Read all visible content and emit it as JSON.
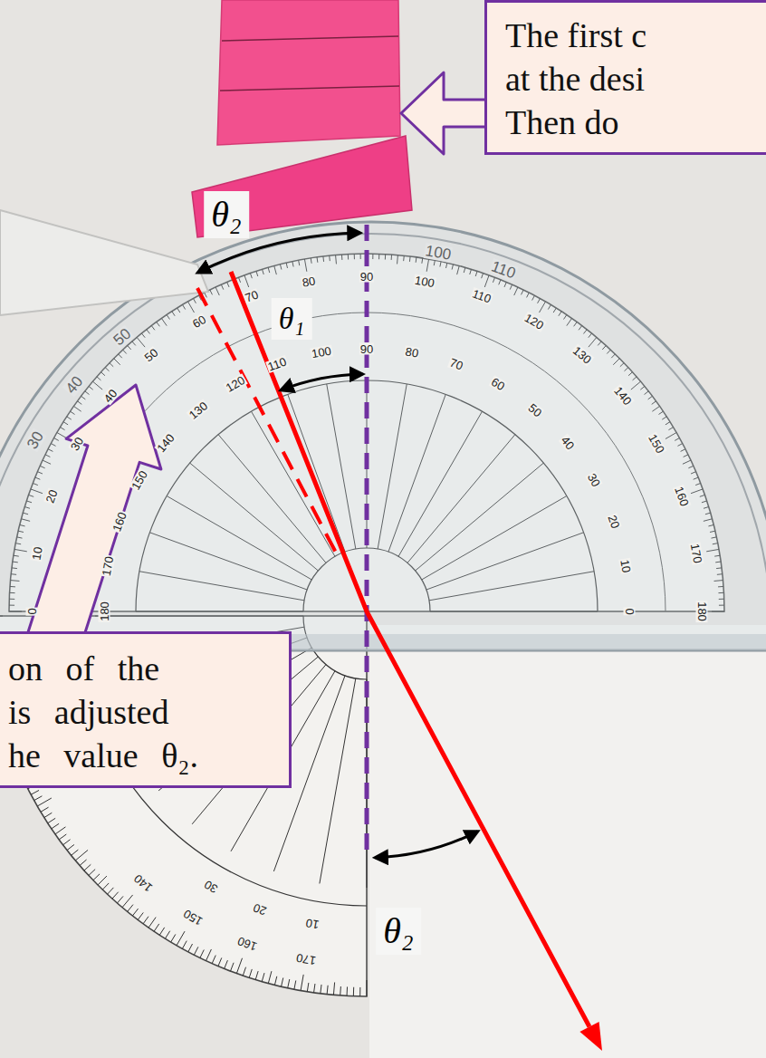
{
  "diagram": {
    "nodes": [
      {
        "text": [
          "The first c at the desi Then do"
        ]
      },
      {
        "text": [
          "on of the is adjusted he value θ₂."
        ]
      }
    ],
    "labels": [
      "θ₂",
      "θ₁",
      "θ₂",
      "0",
      "10",
      "20",
      "30",
      "40",
      "50",
      "60",
      "70",
      "80",
      "90",
      "100",
      "110",
      "120",
      "130",
      "140",
      "150",
      "160",
      "170",
      "180",
      "180",
      "170",
      "160",
      "150",
      "140",
      "130",
      "120",
      "110",
      "100",
      "90",
      "80",
      "70",
      "60",
      "50",
      "40",
      "30",
      "20",
      "10",
      "0",
      "30",
      "40",
      "50",
      "100",
      "110",
      "10",
      "20",
      "30",
      "170",
      "160",
      "150",
      "140"
    ]
  }
}
